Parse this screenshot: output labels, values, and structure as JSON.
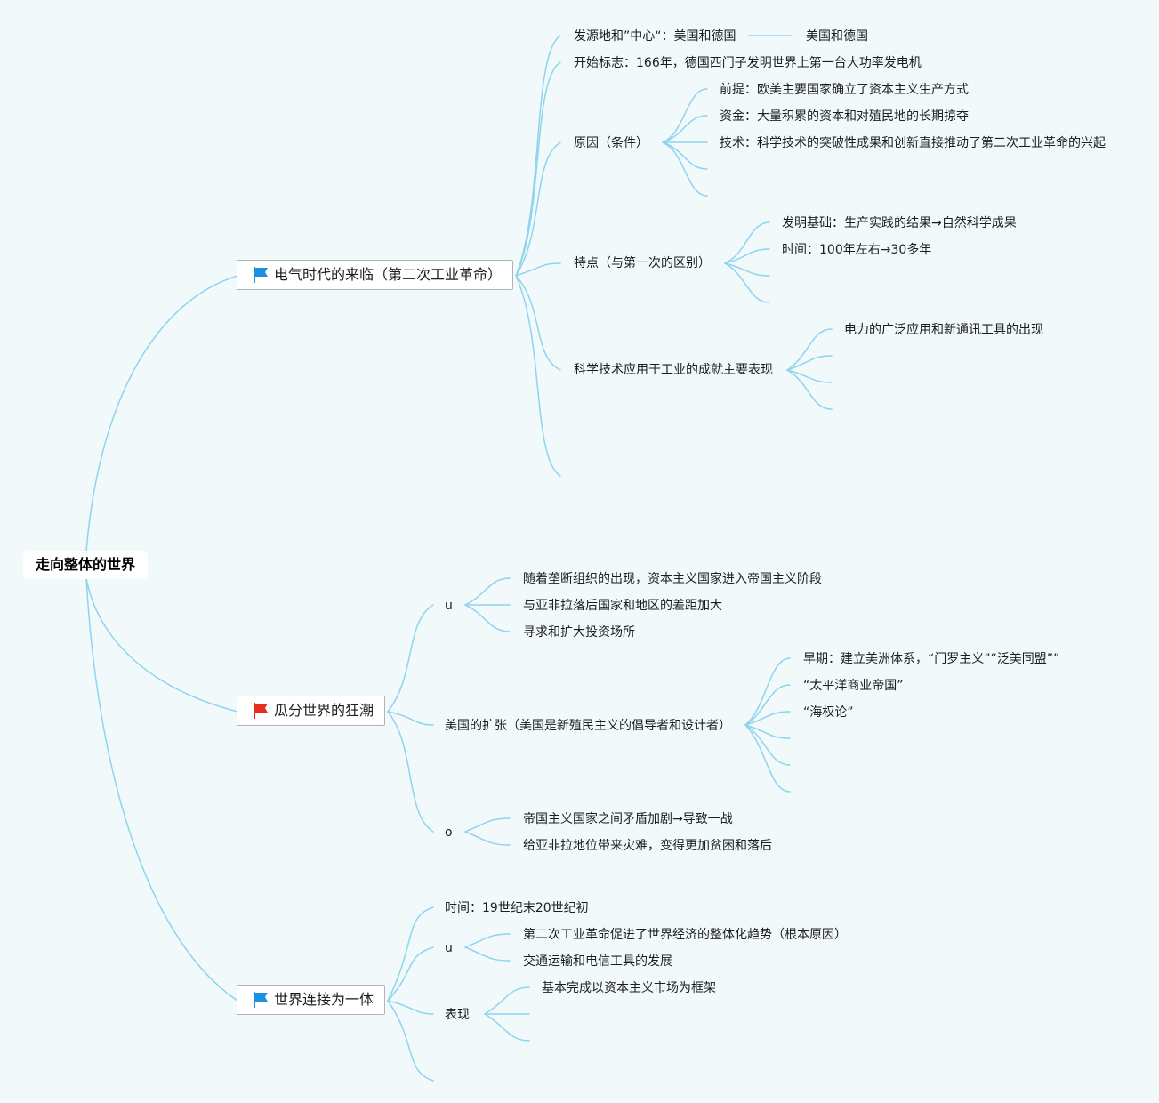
{
  "colors": {
    "line": "#8ed4ef",
    "flag_blue": "#1f8fe0",
    "flag_red": "#e62e1e"
  },
  "root": {
    "label": "走向整体的世界"
  },
  "branches": [
    {
      "label": "电气时代的来临（第二次工业革命）",
      "flag": {
        "icon": "flag-icon",
        "color": "blue"
      },
      "children": [
        {
          "label": "发源地和”中心“：美国和德国",
          "children": [
            {
              "label": "美国和德国"
            }
          ]
        },
        {
          "label": "开始标志：166年，德国西门子发明世界上第一台大功率发电机"
        },
        {
          "label": "原因（条件）",
          "children": [
            {
              "label": "前提：欧美主要国家确立了资本主义生产方式"
            },
            {
              "label": "资金：大量积累的资本和对殖民地的长期掠夺"
            },
            {
              "label": "技术：科学技术的突破性成果和创新直接推动了第二次工业革命的兴起"
            },
            {
              "label": ""
            },
            {
              "label": ""
            }
          ]
        },
        {
          "label": "特点（与第一次的区别）",
          "children": [
            {
              "label": "发明基础：生产实践的结果→自然科学成果"
            },
            {
              "label": "时间：100年左右→30多年"
            },
            {
              "label": ""
            },
            {
              "label": ""
            }
          ]
        },
        {
          "label": "科学技术应用于工业的成就主要表现",
          "children": [
            {
              "label": "电力的广泛应用和新通讯工具的出现"
            },
            {
              "label": ""
            },
            {
              "label": ""
            },
            {
              "label": ""
            }
          ]
        },
        {
          "label": ""
        }
      ]
    },
    {
      "label": "瓜分世界的狂潮",
      "flag": {
        "icon": "flag-icon",
        "color": "red"
      },
      "children": [
        {
          "label": "u",
          "children": [
            {
              "label": "随着垄断组织的出现，资本主义国家进入帝国主义阶段"
            },
            {
              "label": "与亚非拉落后国家和地区的差距加大"
            },
            {
              "label": "寻求和扩大投资场所"
            }
          ]
        },
        {
          "label": "美国的扩张（美国是新殖民主义的倡导者和设计者）",
          "children": [
            {
              "label": "早期：建立美洲体系，“门罗主义”“泛美同盟””"
            },
            {
              "label": "“太平洋商业帝国”"
            },
            {
              "label": "“海权论”"
            },
            {
              "label": ""
            },
            {
              "label": ""
            },
            {
              "label": ""
            }
          ]
        },
        {
          "label": "o",
          "children": [
            {
              "label": "帝国主义国家之间矛盾加剧→导致一战"
            },
            {
              "label": "给亚非拉地位带来灾难，变得更加贫困和落后"
            }
          ]
        }
      ]
    },
    {
      "label": "世界连接为一体",
      "flag": {
        "icon": "flag-icon",
        "color": "blue"
      },
      "children": [
        {
          "label": "时间：19世纪末20世纪初"
        },
        {
          "label": "u",
          "children": [
            {
              "label": "第二次工业革命促进了世界经济的整体化趋势（根本原因）"
            },
            {
              "label": "交通运输和电信工具的发展"
            }
          ]
        },
        {
          "label": "表现",
          "children": [
            {
              "label": "基本完成以资本主义市场为框架"
            },
            {
              "label": ""
            },
            {
              "label": ""
            }
          ]
        },
        {
          "label": ""
        }
      ]
    }
  ]
}
